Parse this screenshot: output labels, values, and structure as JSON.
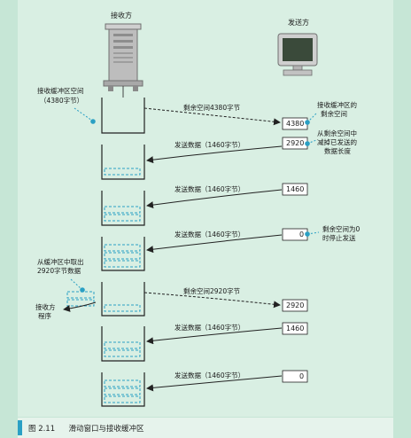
{
  "labels": {
    "receiver": "接收方",
    "sender": "发送方",
    "recv_buffer_space": "接收缓冲区空间",
    "recv_buffer_size": "（4380字节）",
    "recv_buffer_remaining_1": "接收缓冲区的",
    "recv_buffer_remaining_2": "剩余空间",
    "window_shrink_1": "从剩余空间中",
    "window_shrink_2": "减掉已发送的",
    "window_shrink_3": "数据长度",
    "stop_send_1": "剩余空间为0",
    "stop_send_2": "时停止发送",
    "take_from_buffer_1": "从缓冲区中取出",
    "take_from_buffer_2": "2920字节数据",
    "receiver_app_1": "接收方",
    "receiver_app_2": "程序"
  },
  "steps": [
    {
      "message": "剩余空间4380字节",
      "window": "4380"
    },
    {
      "message": "发送数据（1460字节）",
      "window": "2920"
    },
    {
      "message": "发送数据（1460字节）",
      "window": "1460"
    },
    {
      "message": "发送数据（1460字节）",
      "window": "0"
    },
    {
      "message": "剩余空间2920字节",
      "window": "2920"
    },
    {
      "message": "发送数据（1460字节）",
      "window": "1460"
    },
    {
      "message": "发送数据（1460字节）",
      "window": "0"
    }
  ],
  "caption": {
    "figure_number": "图 2.11",
    "title": "滑动窗口与接收缓冲区"
  },
  "colors": {
    "accent": "#2aa0c4",
    "background": "#d9efe3",
    "frame": "#c6e6d6",
    "line": "#222222"
  }
}
